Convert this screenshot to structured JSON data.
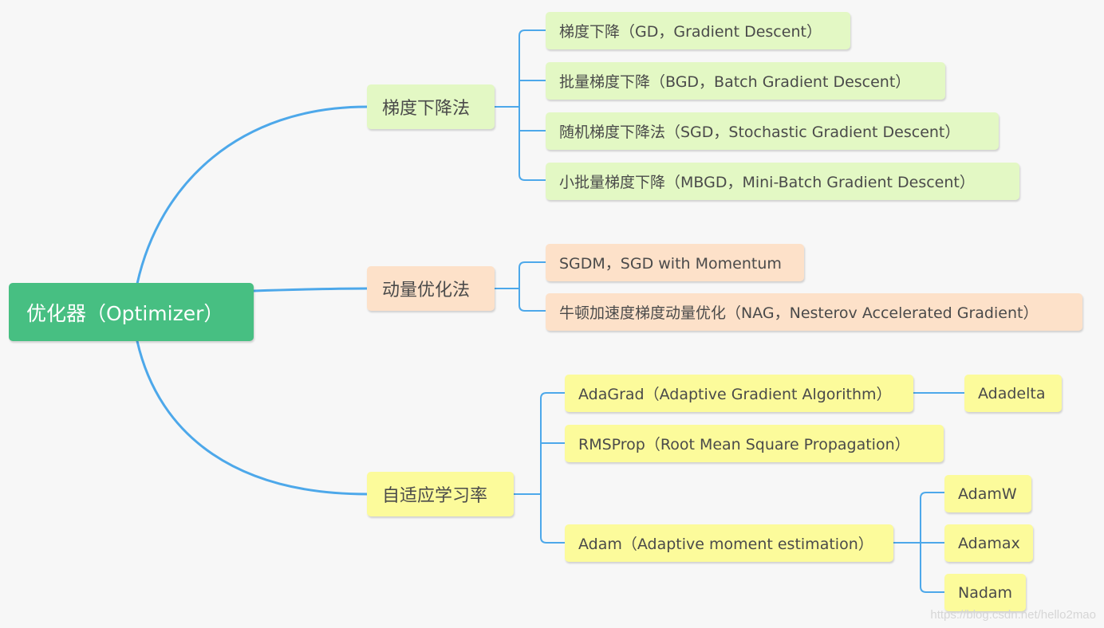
{
  "mindmap": {
    "root": "优化器（Optimizer）",
    "branches": [
      {
        "label": "梯度下降法",
        "children": [
          "梯度下降（GD，Gradient Descent）",
          "批量梯度下降（BGD，Batch Gradient Descent）",
          "随机梯度下降法（SGD，Stochastic Gradient Descent）",
          "小批量梯度下降（MBGD，Mini-Batch Gradient Descent）"
        ]
      },
      {
        "label": "动量优化法",
        "children": [
          "SGDM，SGD with Momentum",
          "牛顿加速度梯度动量优化（NAG，Nesterov Accelerated Gradient）"
        ]
      },
      {
        "label": "自适应学习率",
        "children": [
          {
            "label": "AdaGrad（Adaptive Gradient Algorithm）",
            "children": [
              "Adadelta"
            ]
          },
          {
            "label": "RMSProp（Root Mean Square Propagation）",
            "children": []
          },
          {
            "label": "Adam（Adaptive moment estimation）",
            "children": [
              "AdamW",
              "Adamax",
              "Nadam"
            ]
          }
        ]
      }
    ]
  },
  "colors": {
    "background": "#f7f7f7",
    "connector": "#4da8ea",
    "root": "#47bf82",
    "branch_1": "#e3f8c4",
    "branch_2": "#fde1c9",
    "branch_3": "#fcfb9b"
  },
  "watermark": "https://blog.csdn.net/hello2mao"
}
